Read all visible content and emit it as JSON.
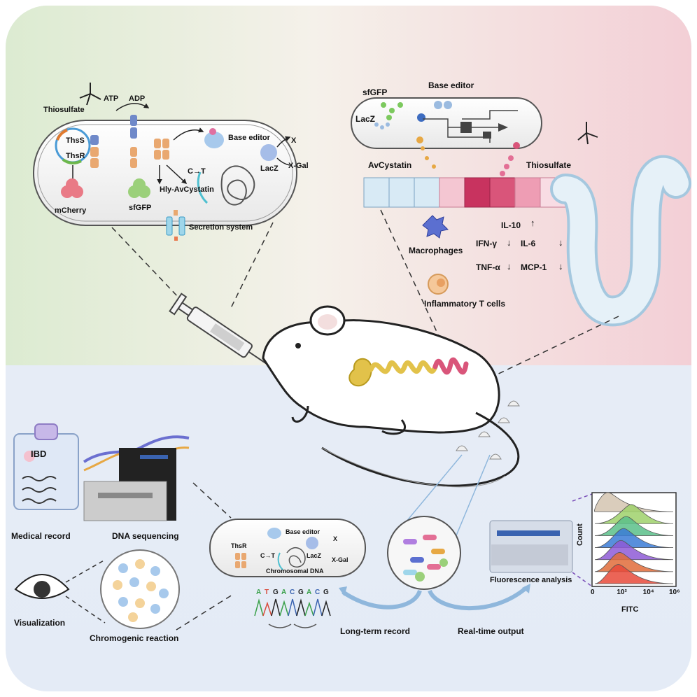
{
  "colors": {
    "green_bg": "#e3efd9",
    "pink_bg": "#f5d7dc",
    "blue_bg": "#e6ecf6",
    "mouse_fill": "#ffffff",
    "gut_pink": "#d9557a",
    "stomach_yellow": "#e2c24a",
    "epithelium_blue": "#d8eaf5",
    "dna_arrow": "#8fb7dc"
  },
  "icons": [
    "syringe-icon",
    "mouse-icon",
    "plasmid-icon",
    "eye-icon",
    "sequencer-icon",
    "clipboard-icon",
    "flow-cytometer-icon",
    "macrophage-icon",
    "t-cell-icon"
  ],
  "engineered_cell": {
    "thiosulfate": "Thiosulfate",
    "atp": "ATP",
    "adp": "ADP",
    "thss": "ThsS",
    "thsr": "ThsR",
    "base_editor": "Base editor",
    "x": "X",
    "x_gal": "X-Gal",
    "lacz": "LacZ",
    "c_to_t": "C→T",
    "mcherry": "mCherry",
    "sfgfp": "sfGFP",
    "hly_avcystatin": "Hly-AvCystatin",
    "secretion_system": "Secretion system"
  },
  "gut_panel": {
    "sfgfp": "sfGFP",
    "base_editor": "Base editor",
    "lacz": "LacZ",
    "avcystatin": "AvCystatin",
    "thiosulfate": "Thiosulfate",
    "il10": "IL-10",
    "ifn": "IFN-γ",
    "il6": "IL-6",
    "tnf": "TNF-α",
    "mcp1": "MCP-1",
    "macrophages": "Macrophages",
    "t_cells": "Inflammatory T cells",
    "up_arrow": "↑",
    "down_arrow": "↓"
  },
  "bottom": {
    "ibd": "IBD",
    "medical_record": "Medical record",
    "dna_sequencing": "DNA sequencing",
    "visualization": "Visualization",
    "chromogenic_reaction": "Chromogenic reaction",
    "thsr": "ThsR",
    "base_editor": "Base editor",
    "x": "X",
    "x_gal": "X-Gal",
    "lacz": "LacZ",
    "c_to_t": "C→T",
    "chromosomal_dna": "Chromosomal DNA",
    "seq_letters": [
      "A",
      "T",
      "G",
      "A",
      "C",
      "G",
      "A",
      "C",
      "G"
    ],
    "long_term_record": "Long-term record",
    "real_time_output": "Real-time output",
    "fluorescence_analysis": "Fluorescence analysis"
  },
  "histogram": {
    "ylabel": "Count",
    "xlabel": "FITC",
    "ticks": [
      "0",
      "10²",
      "10⁴",
      "10⁶"
    ],
    "tick_values": [
      0,
      2,
      4,
      6
    ],
    "peak_log_values": [
      1.0,
      2.8,
      2.4,
      2.2,
      2.0,
      1.9,
      1.8
    ],
    "trace_colors": [
      "#d4c4b0",
      "#9fd16b",
      "#5bbf8a",
      "#3b7bd6",
      "#8e5bd6",
      "#e06c3a",
      "#e84a3a"
    ]
  }
}
